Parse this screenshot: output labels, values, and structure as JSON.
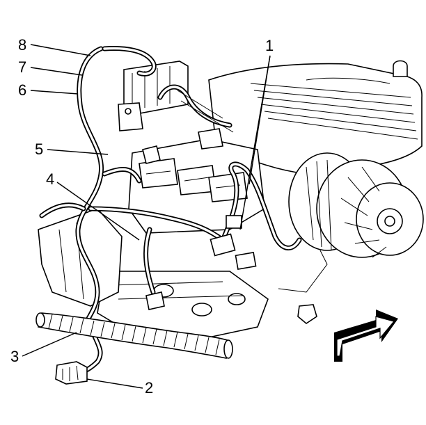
{
  "diagram": {
    "callouts": [
      {
        "id": "1",
        "label": "1"
      },
      {
        "id": "2",
        "label": "2"
      },
      {
        "id": "3",
        "label": "3"
      },
      {
        "id": "4",
        "label": "4"
      },
      {
        "id": "5",
        "label": "5"
      },
      {
        "id": "6",
        "label": "6"
      },
      {
        "id": "7",
        "label": "7"
      },
      {
        "id": "8",
        "label": "8"
      }
    ],
    "arrow_icon": "front-direction-arrow-icon",
    "line_color": "#000000",
    "background": "#ffffff"
  }
}
